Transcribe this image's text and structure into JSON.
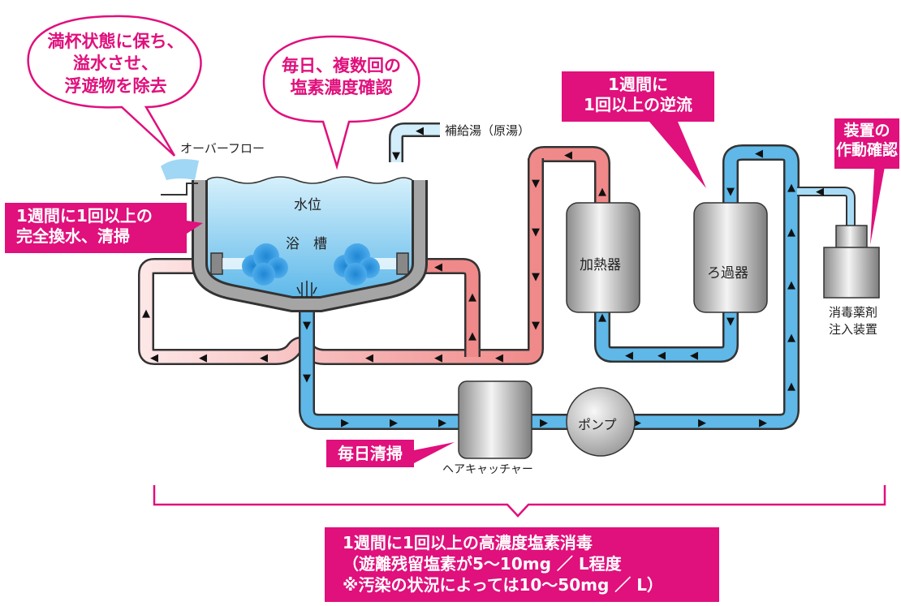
{
  "bubbles": {
    "overflow_bubble": [
      "満杯状態に保ち、",
      "溢水させ、",
      "浮遊物を除去"
    ],
    "chlorine_bubble": [
      "毎日、複数回の",
      "塩素濃度確認"
    ]
  },
  "labels": {
    "overflow": "オーバーフロー",
    "makeup_water": "補給湯（原湯）",
    "water_level": "水位",
    "bath_tank": "浴　槽",
    "heater": "加熱器",
    "filter": "ろ過器",
    "pump": "ポンプ",
    "hair_catcher": "ヘアキャッチャー",
    "disinfectant": [
      "消毒薬剤",
      "注入装置"
    ]
  },
  "callouts": {
    "backflush": [
      "1週間に",
      "1回以上の逆流"
    ],
    "device_check": [
      "装置の",
      "作動確認"
    ],
    "water_change": [
      "1週間に1回以上の",
      "完全換水、清掃"
    ],
    "daily_clean": "毎日清掃"
  },
  "bottom_note": [
    "1週間に1回以上の高濃度塩素消毒",
    "（遊離残留塩素が5～10mg ／ L程度",
    "※汚染の状況によっては10～50mg ／ L）"
  ],
  "colors": {
    "accent": "#e0107c",
    "hot_pipe": "#f08a8a",
    "cold_pipe": "#5fb8e8",
    "water": "#8fd0f2"
  }
}
